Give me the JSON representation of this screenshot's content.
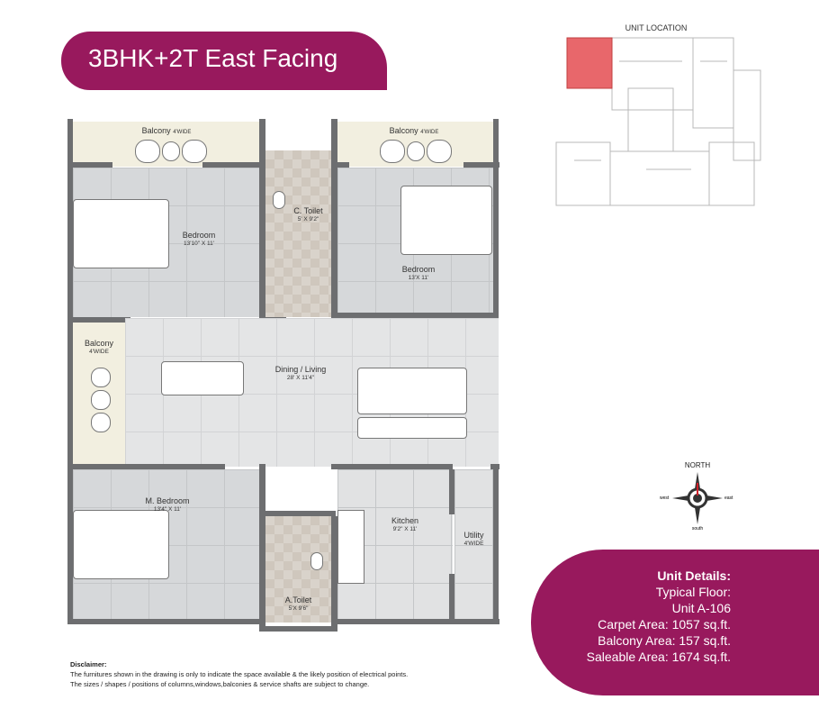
{
  "title": "3BHK+2T East Facing",
  "unit_location": {
    "label": "UNIT LOCATION"
  },
  "rooms": {
    "balcony_top_left": {
      "name": "Balcony",
      "size": "4'WIDE"
    },
    "balcony_top_right": {
      "name": "Balcony",
      "size": "4'WIDE"
    },
    "bedroom_1": {
      "name": "Bedroom",
      "size": "13'10\" X 11'"
    },
    "c_toilet": {
      "name": "C. Toilet",
      "size": "5' X 9'2\""
    },
    "bedroom_2": {
      "name": "Bedroom",
      "size": "13'X 11'"
    },
    "balcony_left": {
      "name": "Balcony",
      "size": "4'WIDE"
    },
    "dining_living": {
      "name": "Dining / Living",
      "size": "28' X 11'4\""
    },
    "m_bedroom": {
      "name": "M. Bedroom",
      "size": "13'4\" X 11'"
    },
    "a_toilet": {
      "name": "A.Toilet",
      "size": "5'X 9'6\""
    },
    "kitchen": {
      "name": "Kitchen",
      "size": "9'2\" X 11'"
    },
    "utility": {
      "name": "Utility",
      "size": "4'WIDE"
    }
  },
  "compass": {
    "north": "NORTH",
    "south": "south",
    "east": "east",
    "west": "west"
  },
  "unit_details": {
    "heading": "Unit Details:",
    "floor": "Typical Floor:",
    "unit": "Unit A-106",
    "carpet": "Carpet Area: 1057 sq.ft.",
    "balcony": "Balcony Area: 157 sq.ft.",
    "saleable": "Saleable Area: 1674 sq.ft."
  },
  "disclaimer": {
    "heading": "Disclaimer:",
    "line1": "The furnitures shown in the drawing is only to indicate the space available & the likely position of electrical points.",
    "line2": "The sizes / shapes / positions of columns,windows,balconies & service shafts are subject to change."
  },
  "colors": {
    "brand": "#98195d",
    "highlight": "#e8676b"
  }
}
